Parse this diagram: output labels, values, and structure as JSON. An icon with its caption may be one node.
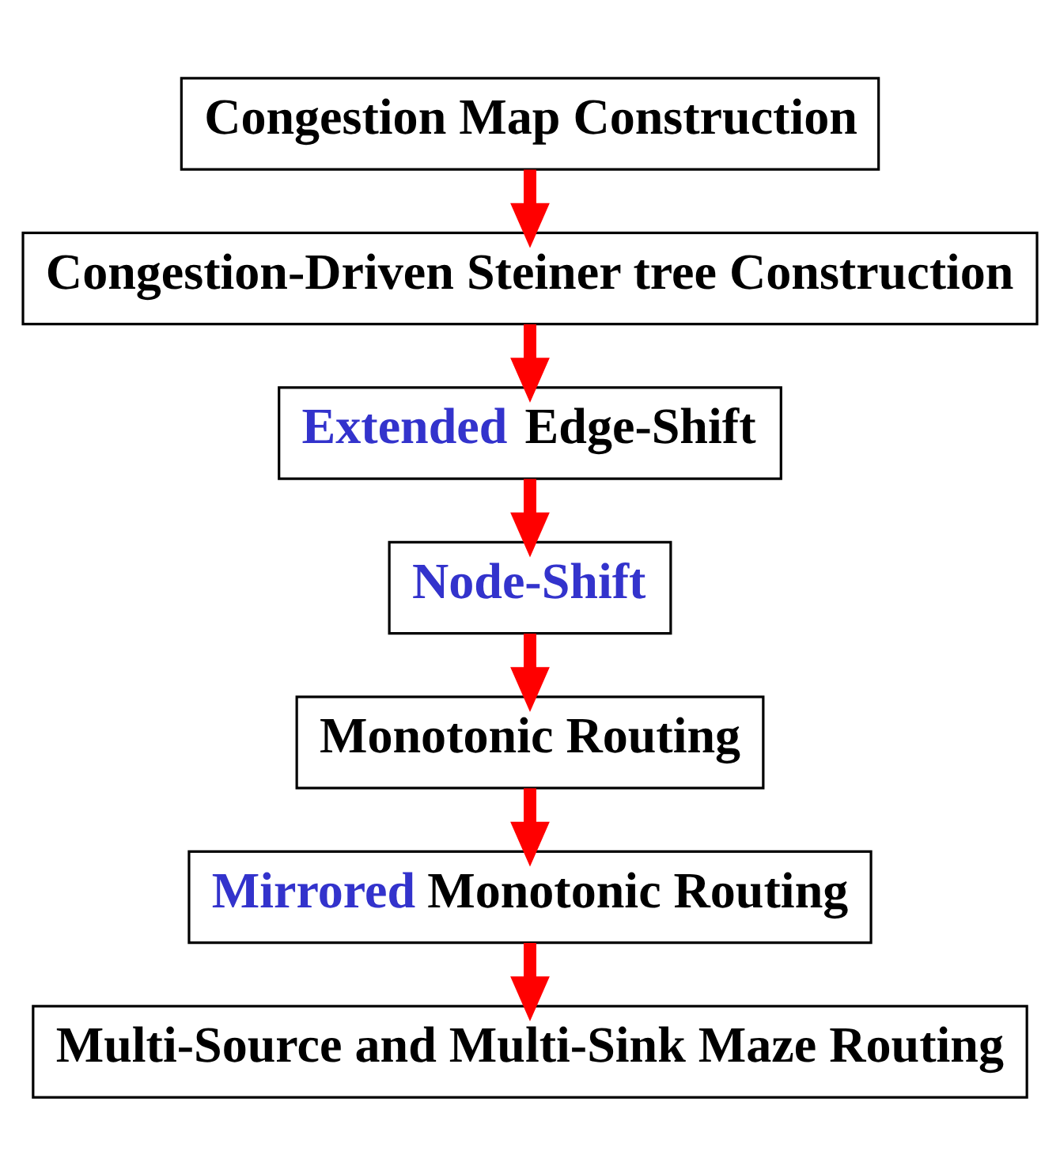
{
  "diagram": {
    "nodes": [
      {
        "text": [
          "Congestion Map Construction"
        ]
      },
      {
        "text": [
          "Congestion-Driven Steiner tree Construction"
        ]
      },
      {
        "text": [
          "Extended Edge-Shift"
        ]
      },
      {
        "text": [
          "Node-Shift"
        ]
      },
      {
        "text": [
          "Monotonic Routing"
        ]
      },
      {
        "text": [
          "Mirrored Monotonic Routing"
        ]
      },
      {
        "text": [
          "Multi-Source and Multi-Sink Maze Routing"
        ]
      }
    ],
    "edges": [
      {
        "from": 0,
        "to": 1,
        "arrow": "to"
      },
      {
        "from": 1,
        "to": 2,
        "arrow": "to"
      },
      {
        "from": 2,
        "to": 3,
        "arrow": "to"
      },
      {
        "from": 3,
        "to": 4,
        "arrow": "to"
      },
      {
        "from": 4,
        "to": 5,
        "arrow": "to"
      },
      {
        "from": 5,
        "to": 6,
        "arrow": "to"
      }
    ]
  }
}
